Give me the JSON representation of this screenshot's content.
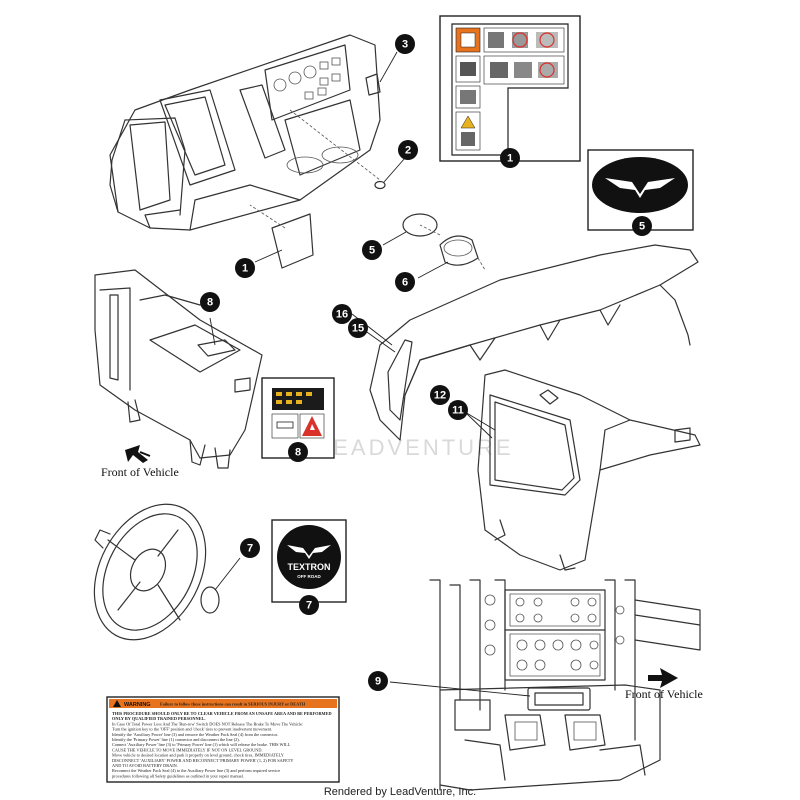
{
  "callouts": [
    {
      "id": "c3",
      "num": "3"
    },
    {
      "id": "c2",
      "num": "2"
    },
    {
      "id": "c1a",
      "num": "1"
    },
    {
      "id": "c1b",
      "num": "1"
    },
    {
      "id": "c5a",
      "num": "5"
    },
    {
      "id": "c5b",
      "num": "5"
    },
    {
      "id": "c6",
      "num": "6"
    },
    {
      "id": "c8a",
      "num": "8"
    },
    {
      "id": "c8b",
      "num": "8"
    },
    {
      "id": "c16",
      "num": "16"
    },
    {
      "id": "c15",
      "num": "15"
    },
    {
      "id": "c12",
      "num": "12"
    },
    {
      "id": "c11",
      "num": "11"
    },
    {
      "id": "c7a",
      "num": "7"
    },
    {
      "id": "c7b",
      "num": "7"
    },
    {
      "id": "c9",
      "num": "9"
    }
  ],
  "labels": {
    "front_vehicle_left": "Front of Vehicle",
    "front_vehicle_right": "Front of Vehicle",
    "rendered_by": "Rendered by LeadVenture, Inc.",
    "watermark": "LEADVENTURE"
  },
  "logo": {
    "brand": "TEXTRON",
    "tagline": "OFF ROAD"
  },
  "warning_label": {
    "heading": "WARNING",
    "subheading": "Failure to follow these instructions can result in SERIOUS INJURY or DEATH",
    "lines": [
      "THIS PROCEDURE SHOULD ONLY BE TO CLEAR VEHICLE FROM AN UNSAFE AREA AND BE PERFORMED",
      "ONLY BY QUALIFIED TRAINED PERSONNEL.",
      "In Case Of Total Power Loss And The 'Run-tow' Switch DOES NOT Release The Brake To Move The Vehicle:",
      "Turn the ignition key to the 'OFF' position and 'chock' tires to prevent inadvertent movement.",
      "Identify the 'Auxiliary Power' line (3) and remove the Weather Pack Seal (4) from the connector.",
      "Identify the 'Primary Power' line (1) connector and disconnect the line (2).",
      "Connect 'Auxiliary Power' line (3) to 'Primary Power' line (1) which will release the brake. THIS WILL",
      "CAUSE THE VEHICLE TO MOVE IMMEDIATELY IF NOT ON LEVEL GROUND.",
      "Move vehicle to desired location and park it properly on level ground, chock tires, IMMEDIATELY",
      "DISCONNECT 'AUXILIARY' POWER AND RECONNECT 'PRIMARY POWER' (1, 2) FOR SAFETY",
      "AND TO AVOID BATTERY DRAIN.",
      "Reconnect the Weather Pack Seal (4) to the Auxiliary Power line (3) and perform required service",
      "procedures following all Safety guidelines as outlined in your repair manual."
    ]
  },
  "colors": {
    "accent_orange": "#e8731e",
    "warning_red": "#d9312b",
    "ink": "#111111"
  }
}
